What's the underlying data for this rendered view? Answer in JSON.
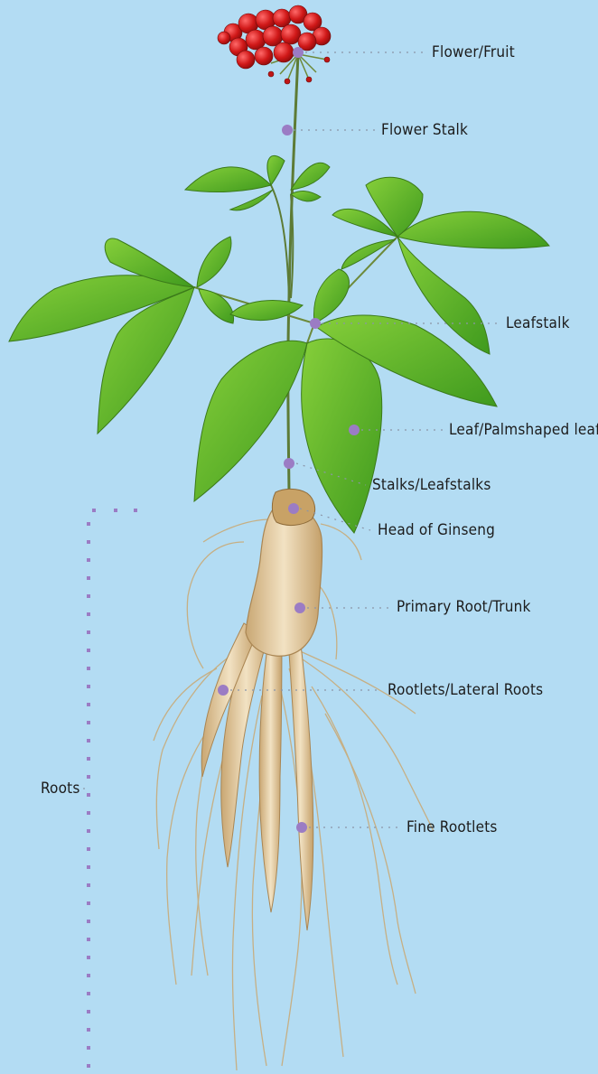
{
  "diagram": {
    "background_color": "#b3dcf3",
    "marker_color": "#9b7cc4",
    "leader_color": "#8a95a8",
    "labels": {
      "flower_fruit": "Flower/Fruit",
      "flower_stalk": "Flower Stalk",
      "leafstalk": "Leafstalk",
      "leaf": "Leaf/Palmshaped leaf",
      "stalks": "Stalks/Leafstalks",
      "head": "Head of Ginseng",
      "primary_root": "Primary Root/Trunk",
      "rootlets": "Rootlets/Lateral Roots",
      "fine_rootlets": "Fine Rootlets",
      "roots": "Roots"
    }
  }
}
